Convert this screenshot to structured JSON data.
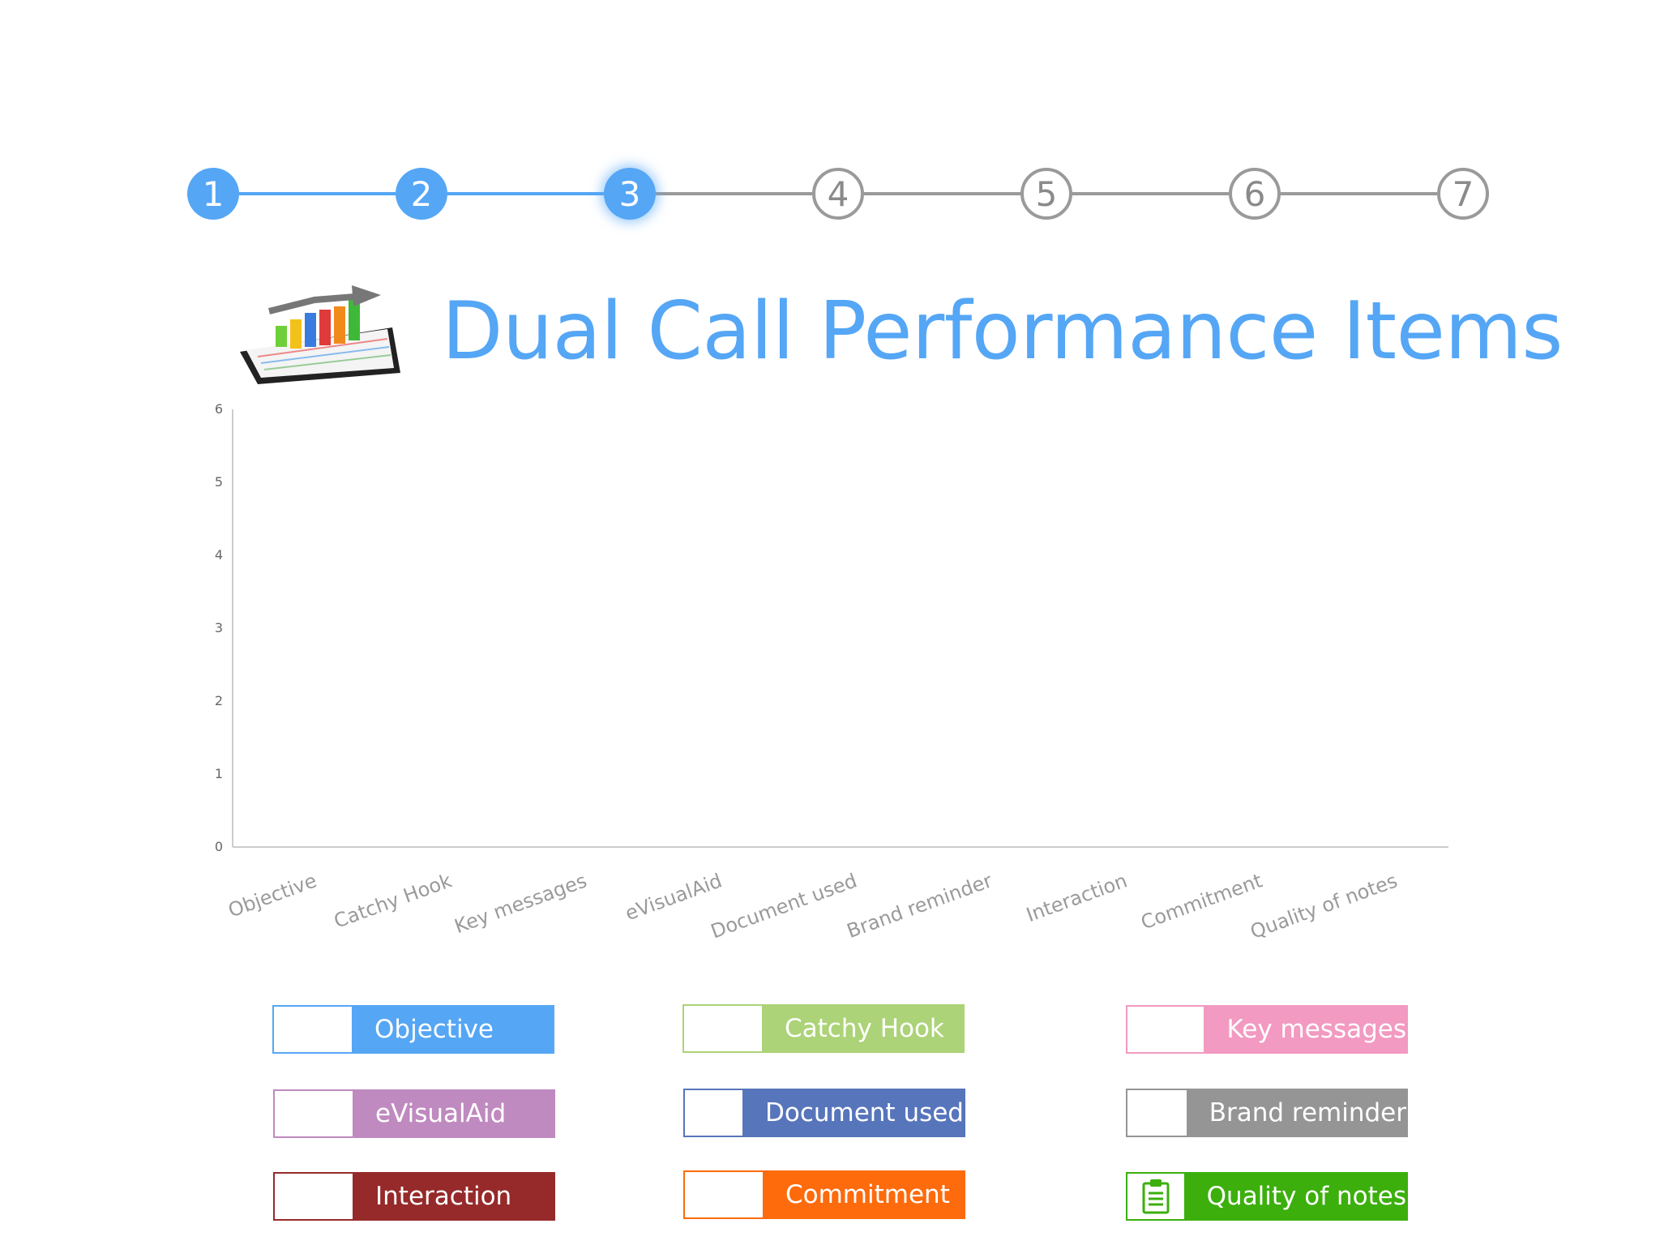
{
  "stepper": {
    "steps": [
      {
        "label": "1",
        "state": "done"
      },
      {
        "label": "2",
        "state": "done"
      },
      {
        "label": "3",
        "state": "current"
      },
      {
        "label": "4",
        "state": "todo"
      },
      {
        "label": "5",
        "state": "todo"
      },
      {
        "label": "6",
        "state": "todo"
      },
      {
        "label": "7",
        "state": "todo"
      }
    ],
    "active_color": "#55a6f5",
    "inactive_color": "#9a9a9a"
  },
  "header": {
    "title": "Dual Call Performance Items",
    "icon": "bar-chart-tablet-icon"
  },
  "chart_data": {
    "type": "bar",
    "categories": [
      "Objective",
      "Catchy Hook",
      "Key messages",
      "eVisualAid",
      "Document used",
      "Brand reminder",
      "Interaction",
      "Commitment",
      "Quality of notes"
    ],
    "values": [
      0,
      0,
      0,
      0,
      0,
      0,
      0,
      0,
      0
    ],
    "ylim": [
      0,
      6
    ],
    "yticks": [
      0,
      1,
      2,
      3,
      4,
      5,
      6
    ],
    "grid": false,
    "title": "",
    "xlabel": "",
    "ylabel": ""
  },
  "legend": {
    "items": [
      {
        "label": "Objective",
        "color": "#55a6f5",
        "icon": ""
      },
      {
        "label": "Catchy Hook",
        "color": "#acd377",
        "icon": ""
      },
      {
        "label": "Key messages",
        "color": "#f29ac1",
        "icon": ""
      },
      {
        "label": "eVisualAid",
        "color": "#bf8abf",
        "icon": ""
      },
      {
        "label": "Document used",
        "color": "#5775bb",
        "icon": ""
      },
      {
        "label": "Brand reminder",
        "color": "#959595",
        "icon": ""
      },
      {
        "label": "Interaction",
        "color": "#962a2a",
        "icon": ""
      },
      {
        "label": "Commitment",
        "color": "#fd6b0c",
        "icon": ""
      },
      {
        "label": "Quality of notes",
        "color": "#3caf0d",
        "icon": "clipboard-icon"
      }
    ]
  }
}
